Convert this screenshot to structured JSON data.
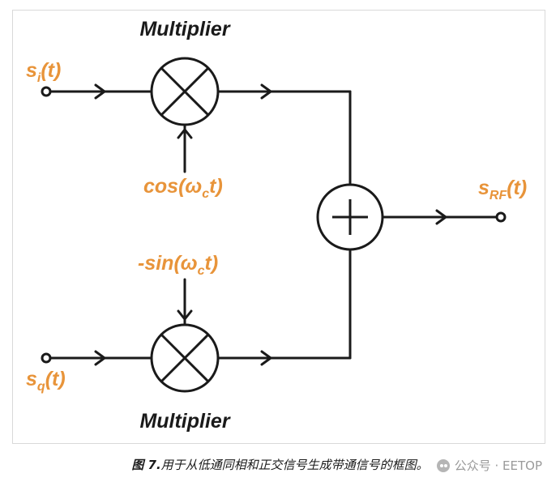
{
  "labels": {
    "multiplier_top": "Multiplier",
    "multiplier_bottom": "Multiplier",
    "si_main": "s",
    "si_sub": "i",
    "si_tail": "(t)",
    "sq_main": "s",
    "sq_sub": "q",
    "sq_tail": "(t)",
    "cos_head": "cos(ω",
    "cos_sub": "c",
    "cos_tail": "t)",
    "sin_head": "-sin(ω",
    "sin_sub": "c",
    "sin_tail": "t)",
    "srf_main": "s",
    "srf_sub": "RF",
    "srf_tail": "(t)"
  },
  "caption": {
    "fig_no": "图 7.",
    "text": "用于从低通同相和正交信号生成带通信号的框图。"
  },
  "watermark": {
    "text": "公众号 · EETOP"
  },
  "colors": {
    "line": "#1a1a1a",
    "accent_label": "#e8943a",
    "text": "#1a1a1a"
  }
}
